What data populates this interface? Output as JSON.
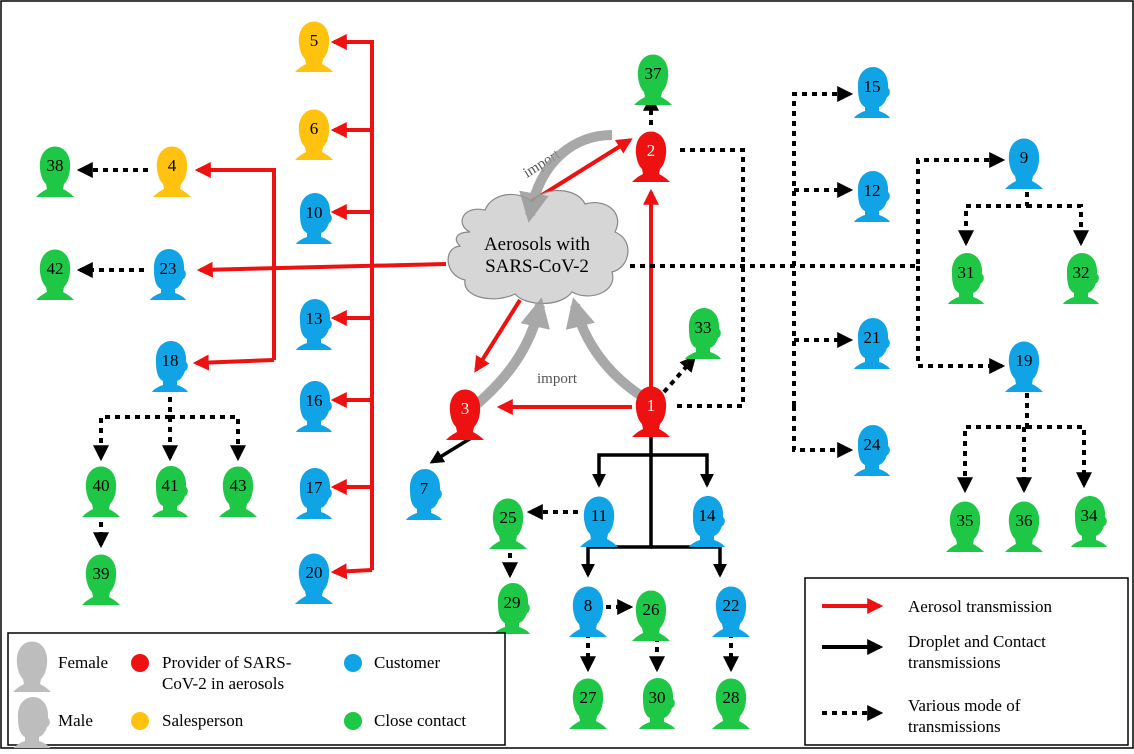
{
  "colors": {
    "provider": "#ee1111",
    "salesperson": "#ffc20e",
    "customer": "#10a3e6",
    "close_contact": "#1ec846",
    "neutral_head": "#bdbdbd",
    "aerosol_arrow": "#ee1111",
    "droplet_arrow": "#000000",
    "import_arrow": "#9a9a9a",
    "cloud_fill": "#d6d6d6"
  },
  "cloud": {
    "line1": "Aerosols with",
    "line2": "SARS-CoV-2"
  },
  "import_labels": [
    "import",
    "import"
  ],
  "people": [
    {
      "id": "1",
      "role": "provider",
      "sex": "female"
    },
    {
      "id": "2",
      "role": "provider",
      "sex": "female"
    },
    {
      "id": "3",
      "role": "provider",
      "sex": "female"
    },
    {
      "id": "4",
      "role": "salesperson",
      "sex": "female"
    },
    {
      "id": "5",
      "role": "salesperson",
      "sex": "female"
    },
    {
      "id": "6",
      "role": "salesperson",
      "sex": "female"
    },
    {
      "id": "7",
      "role": "customer",
      "sex": "male"
    },
    {
      "id": "8",
      "role": "customer",
      "sex": "female"
    },
    {
      "id": "9",
      "role": "customer",
      "sex": "female"
    },
    {
      "id": "10",
      "role": "customer",
      "sex": "male"
    },
    {
      "id": "11",
      "role": "customer",
      "sex": "female"
    },
    {
      "id": "12",
      "role": "customer",
      "sex": "male"
    },
    {
      "id": "13",
      "role": "customer",
      "sex": "male"
    },
    {
      "id": "14",
      "role": "customer",
      "sex": "male"
    },
    {
      "id": "15",
      "role": "customer",
      "sex": "male"
    },
    {
      "id": "16",
      "role": "customer",
      "sex": "male"
    },
    {
      "id": "17",
      "role": "customer",
      "sex": "male"
    },
    {
      "id": "18",
      "role": "customer",
      "sex": "male"
    },
    {
      "id": "19",
      "role": "customer",
      "sex": "female"
    },
    {
      "id": "20",
      "role": "customer",
      "sex": "female"
    },
    {
      "id": "21",
      "role": "customer",
      "sex": "male"
    },
    {
      "id": "22",
      "role": "customer",
      "sex": "female"
    },
    {
      "id": "23",
      "role": "customer",
      "sex": "male"
    },
    {
      "id": "24",
      "role": "customer",
      "sex": "male"
    },
    {
      "id": "25",
      "role": "close_contact",
      "sex": "female"
    },
    {
      "id": "26",
      "role": "close_contact",
      "sex": "female"
    },
    {
      "id": "27",
      "role": "close_contact",
      "sex": "female"
    },
    {
      "id": "28",
      "role": "close_contact",
      "sex": "female"
    },
    {
      "id": "29",
      "role": "close_contact",
      "sex": "male"
    },
    {
      "id": "30",
      "role": "close_contact",
      "sex": "male"
    },
    {
      "id": "31",
      "role": "close_contact",
      "sex": "male"
    },
    {
      "id": "32",
      "role": "close_contact",
      "sex": "male"
    },
    {
      "id": "33",
      "role": "close_contact",
      "sex": "male"
    },
    {
      "id": "34",
      "role": "close_contact",
      "sex": "male"
    },
    {
      "id": "35",
      "role": "close_contact",
      "sex": "female"
    },
    {
      "id": "36",
      "role": "close_contact",
      "sex": "female"
    },
    {
      "id": "37",
      "role": "close_contact",
      "sex": "female"
    },
    {
      "id": "38",
      "role": "close_contact",
      "sex": "female"
    },
    {
      "id": "39",
      "role": "close_contact",
      "sex": "female"
    },
    {
      "id": "40",
      "role": "close_contact",
      "sex": "female"
    },
    {
      "id": "41",
      "role": "close_contact",
      "sex": "male"
    },
    {
      "id": "42",
      "role": "close_contact",
      "sex": "female"
    },
    {
      "id": "43",
      "role": "close_contact",
      "sex": "female"
    }
  ],
  "edges": [
    {
      "from": "cloud",
      "to": "2",
      "mode": "aerosol"
    },
    {
      "from": "1",
      "to": "2",
      "mode": "aerosol"
    },
    {
      "from": "cloud",
      "to": "3",
      "mode": "aerosol"
    },
    {
      "from": "1",
      "to": "3",
      "mode": "aerosol"
    },
    {
      "from": "cloud",
      "to": "23",
      "mode": "aerosol"
    },
    {
      "from": "cloud",
      "to": "4",
      "mode": "aerosol"
    },
    {
      "from": "cloud",
      "to": "18",
      "mode": "aerosol"
    },
    {
      "from": "cloud",
      "to": "5",
      "mode": "aerosol"
    },
    {
      "from": "cloud",
      "to": "6",
      "mode": "aerosol"
    },
    {
      "from": "cloud",
      "to": "10",
      "mode": "aerosol"
    },
    {
      "from": "cloud",
      "to": "13",
      "mode": "aerosol"
    },
    {
      "from": "cloud",
      "to": "16",
      "mode": "aerosol"
    },
    {
      "from": "cloud",
      "to": "17",
      "mode": "aerosol"
    },
    {
      "from": "cloud",
      "to": "20",
      "mode": "aerosol"
    },
    {
      "from": "3",
      "to": "7",
      "mode": "droplet_contact"
    },
    {
      "from": "1",
      "to": "11",
      "mode": "droplet_contact"
    },
    {
      "from": "1",
      "to": "14",
      "mode": "droplet_contact"
    },
    {
      "from": "1",
      "to": "8",
      "mode": "droplet_contact"
    },
    {
      "from": "1",
      "to": "22",
      "mode": "droplet_contact"
    },
    {
      "from": "2",
      "to": "37",
      "mode": "various"
    },
    {
      "from": "1",
      "to": "33",
      "mode": "various"
    },
    {
      "from": "4",
      "to": "38",
      "mode": "various"
    },
    {
      "from": "23",
      "to": "42",
      "mode": "various"
    },
    {
      "from": "18",
      "to": "40",
      "mode": "various"
    },
    {
      "from": "18",
      "to": "41",
      "mode": "various"
    },
    {
      "from": "18",
      "to": "43",
      "mode": "various"
    },
    {
      "from": "40",
      "to": "39",
      "mode": "various"
    },
    {
      "from": "11",
      "to": "25",
      "mode": "various"
    },
    {
      "from": "25",
      "to": "29",
      "mode": "various"
    },
    {
      "from": "8",
      "to": "26",
      "mode": "various"
    },
    {
      "from": "8",
      "to": "27",
      "mode": "various"
    },
    {
      "from": "26",
      "to": "30",
      "mode": "various"
    },
    {
      "from": "22",
      "to": "28",
      "mode": "various"
    },
    {
      "from": "2",
      "to": "15",
      "mode": "various"
    },
    {
      "from": "2",
      "to": "12",
      "mode": "various"
    },
    {
      "from": "1",
      "to": "21",
      "mode": "various"
    },
    {
      "from": "1",
      "to": "24",
      "mode": "various"
    },
    {
      "from": "cloud",
      "to": "9",
      "mode": "various"
    },
    {
      "from": "cloud",
      "to": "19",
      "mode": "various"
    },
    {
      "from": "9",
      "to": "31",
      "mode": "various"
    },
    {
      "from": "9",
      "to": "32",
      "mode": "various"
    },
    {
      "from": "19",
      "to": "35",
      "mode": "various"
    },
    {
      "from": "19",
      "to": "36",
      "mode": "various"
    },
    {
      "from": "19",
      "to": "34",
      "mode": "various"
    },
    {
      "from": "cloud",
      "to": "2",
      "mode": "import"
    },
    {
      "from": "cloud",
      "to": "3",
      "mode": "import"
    },
    {
      "from": "cloud",
      "to": "1",
      "mode": "import"
    }
  ],
  "legend_left": {
    "female": "Female",
    "male": "Male",
    "provider_line1": "Provider of SARS-",
    "provider_line2": "CoV-2 in aerosols",
    "salesperson": "Salesperson",
    "customer": "Customer",
    "close_contact": "Close contact"
  },
  "legend_right": {
    "aerosol": "Aerosol transmission",
    "droplet_line1": "Droplet and Contact",
    "droplet_line2": "transmissions",
    "various_line1": "Various mode of",
    "various_line2": "transmissions"
  }
}
